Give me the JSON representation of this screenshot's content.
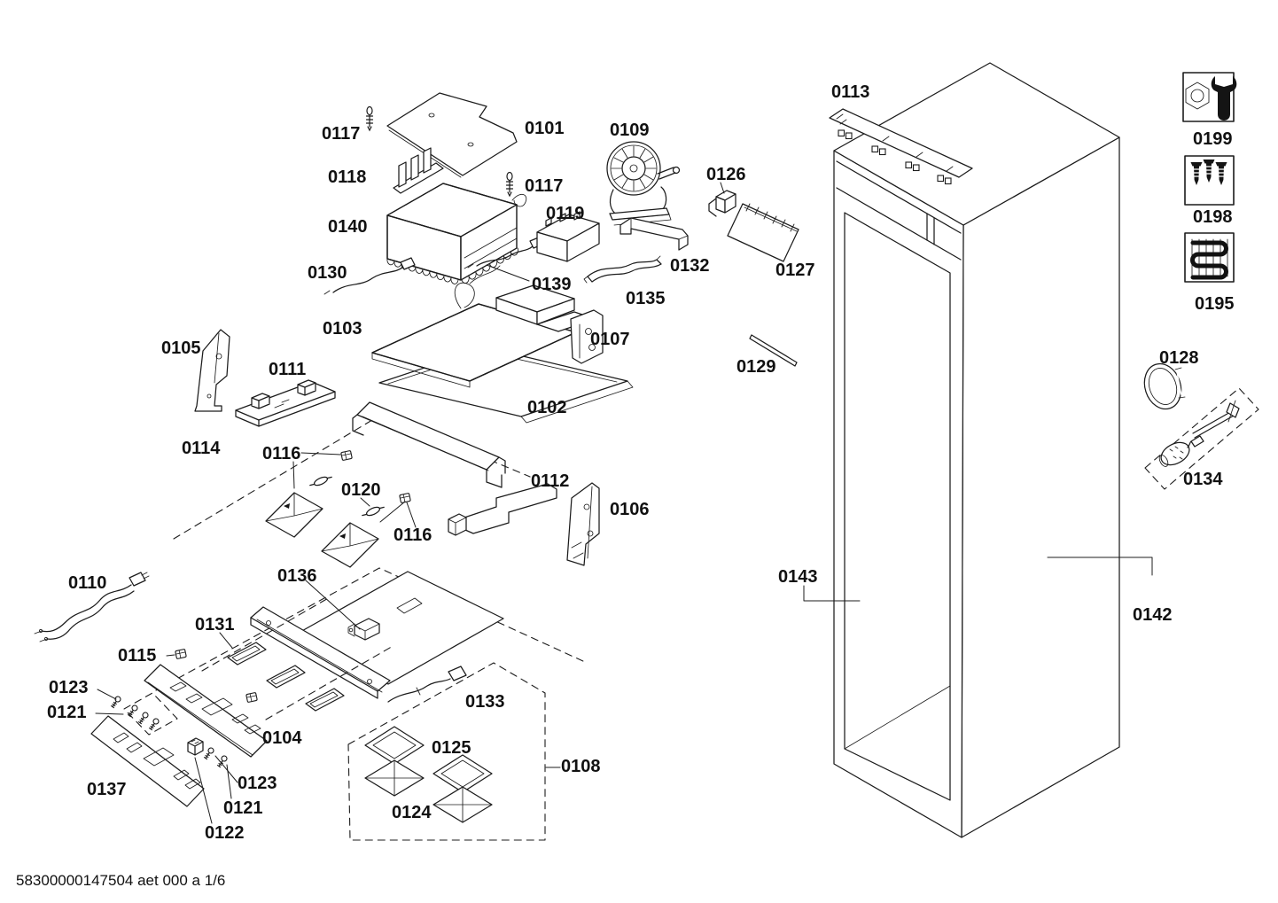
{
  "page": {
    "background": "#ffffff",
    "stroke_color": "#1c1c1c",
    "footer_text": "58300000147504 aet 000 a 1/6"
  },
  "icons": {
    "i0199": "nut-wrench-icon",
    "i0198": "screws-icon",
    "i0195": "heater-coil-icon"
  },
  "callouts": {
    "c0101": "0101",
    "c0102": "0102",
    "c0103": "0103",
    "c0104": "0104",
    "c0105": "0105",
    "c0106": "0106",
    "c0107": "0107",
    "c0108": "0108",
    "c0109": "0109",
    "c0110": "0110",
    "c0111": "0111",
    "c0112": "0112",
    "c0113": "0113",
    "c0114": "0114",
    "c0115": "0115",
    "c0116a": "0116",
    "c0116b": "0116",
    "c0117a": "0117",
    "c0117b": "0117",
    "c0118": "0118",
    "c0119": "0119",
    "c0120": "0120",
    "c0121a": "0121",
    "c0121b": "0121",
    "c0122": "0122",
    "c0123a": "0123",
    "c0123b": "0123",
    "c0124": "0124",
    "c0125": "0125",
    "c0126": "0126",
    "c0127": "0127",
    "c0128": "0128",
    "c0129": "0129",
    "c0130": "0130",
    "c0131": "0131",
    "c0132": "0132",
    "c0133": "0133",
    "c0134": "0134",
    "c0135": "0135",
    "c0136": "0136",
    "c0137": "0137",
    "c0139": "0139",
    "c0140": "0140",
    "c0142": "0142",
    "c0143": "0143",
    "c0195": "0195",
    "c0198": "0198",
    "c0199": "0199"
  }
}
